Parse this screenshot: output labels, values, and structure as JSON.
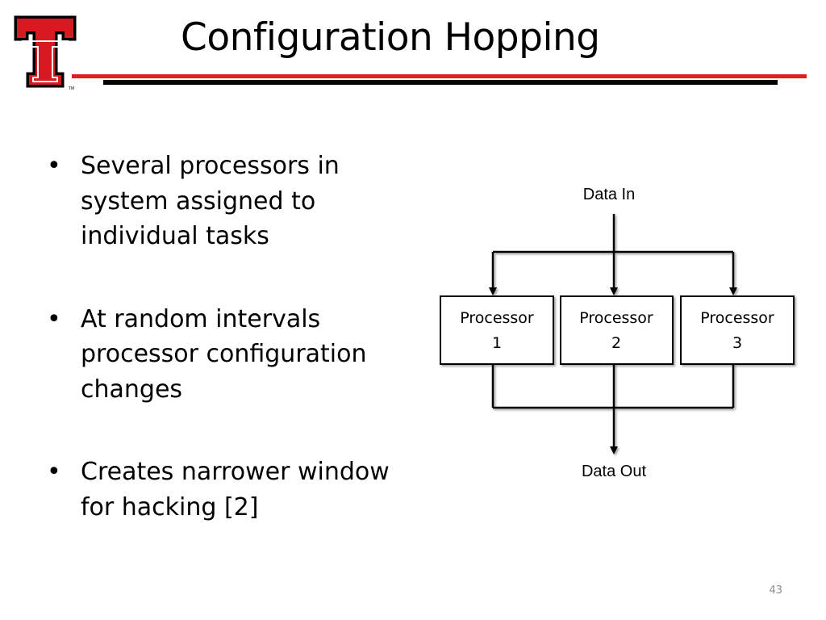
{
  "slide": {
    "title": "Configuration Hopping",
    "page_number": "43",
    "logo_text": "TM"
  },
  "bullets": [
    {
      "symbol": "•",
      "text": "Several processors in system assigned to individual tasks"
    },
    {
      "symbol": "•",
      "text": "At random intervals processor configuration changes"
    },
    {
      "symbol": "•",
      "text": "Creates narrower window for hacking [2]"
    }
  ],
  "diagram": {
    "input_label": "Data In",
    "output_label": "Data Out",
    "processors": [
      {
        "line1": "Processor",
        "line2": "1"
      },
      {
        "line1": "Processor",
        "line2": "2"
      },
      {
        "line1": "Processor",
        "line2": "3"
      }
    ]
  },
  "colors": {
    "accent_red": "#e02020",
    "rule_black": "#000000",
    "page_number_gray": "#8c8c8c"
  },
  "icons": {
    "logo": "double-t-logo"
  }
}
